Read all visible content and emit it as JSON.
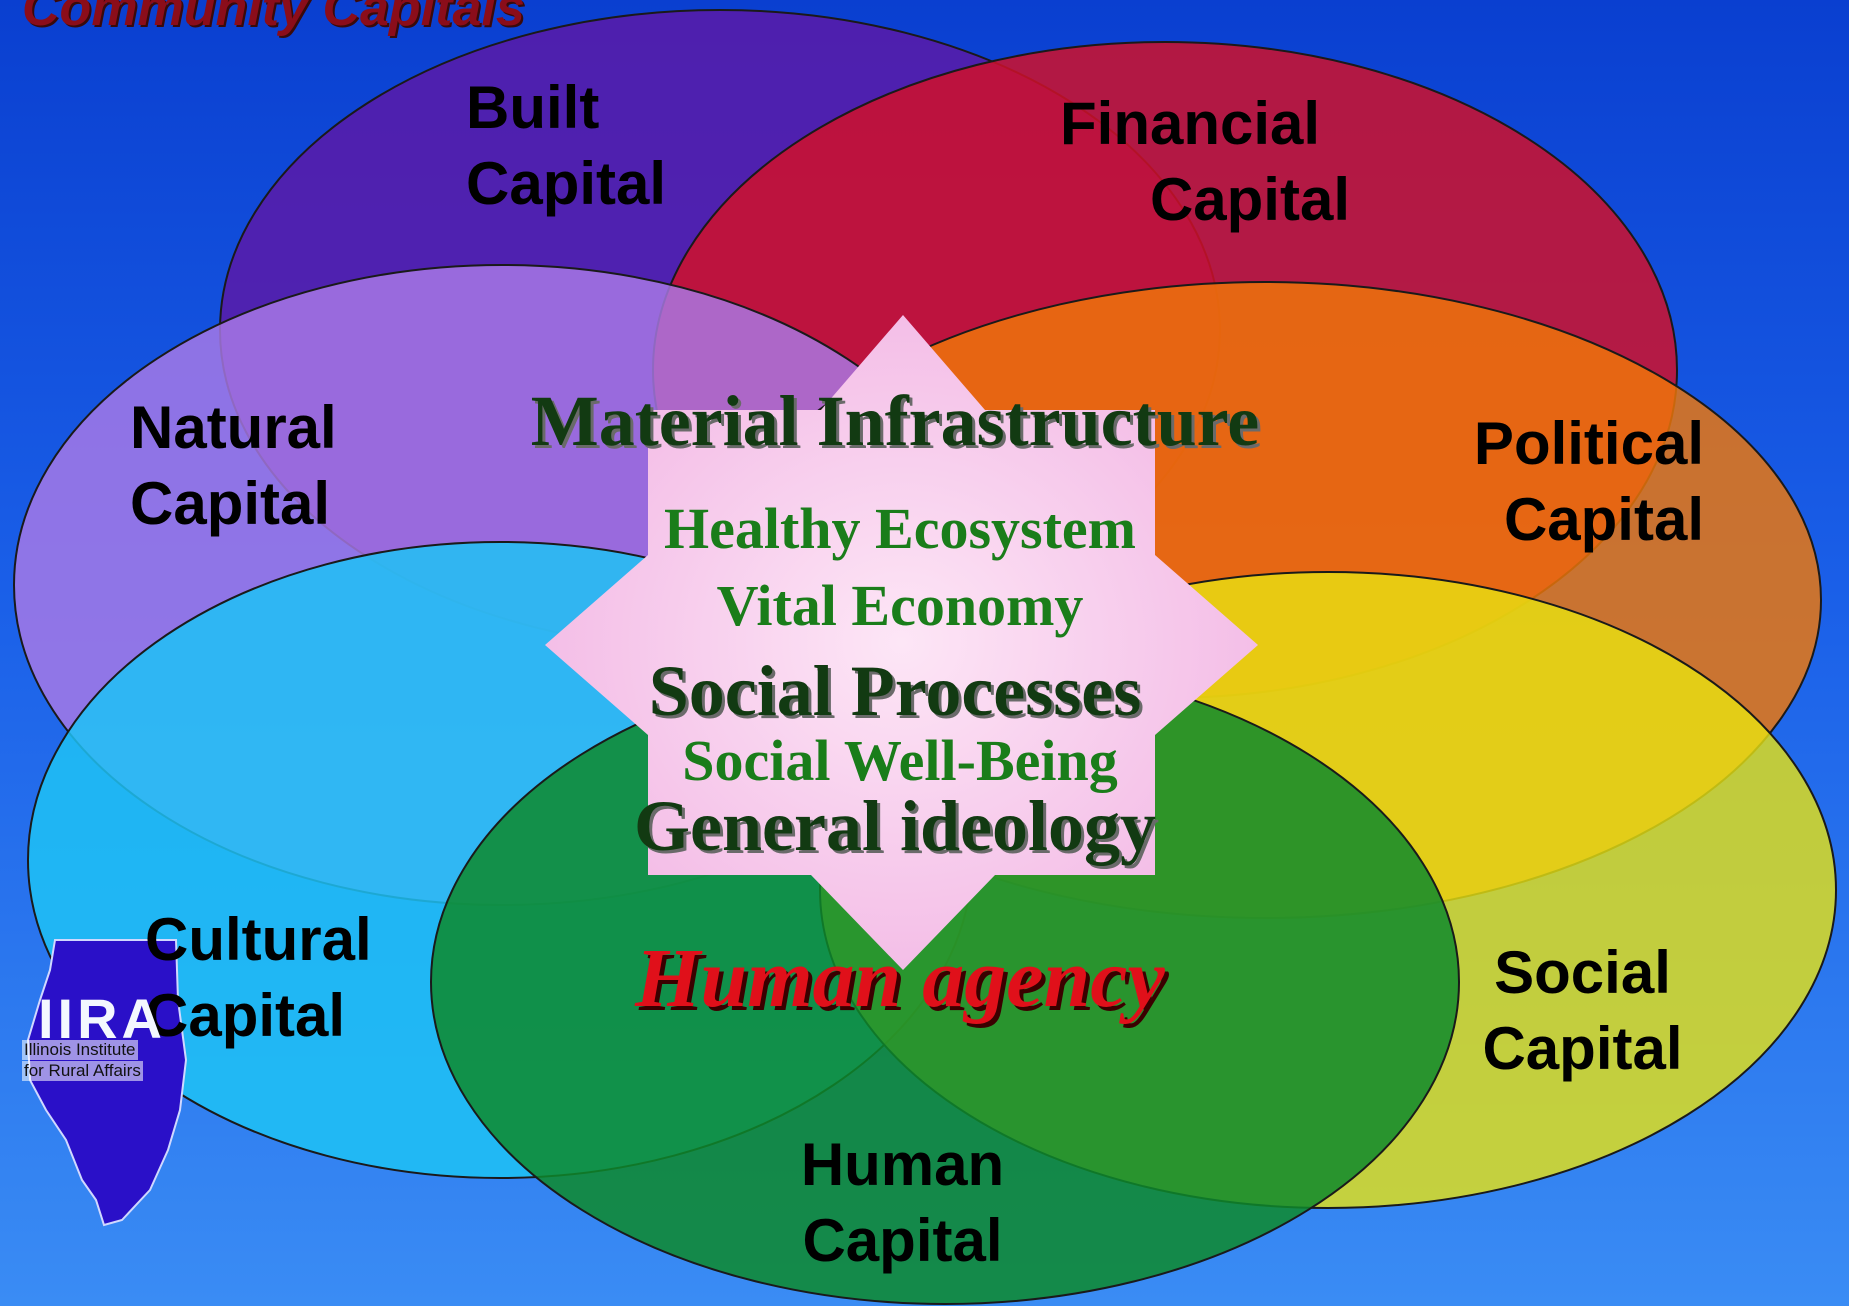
{
  "title": "Community Capitals",
  "capitals": {
    "built": [
      "Built",
      "Capital"
    ],
    "financial": [
      "Financial",
      "Capital"
    ],
    "natural": [
      "Natural",
      "Capital"
    ],
    "political": [
      "Political",
      "Capital"
    ],
    "cultural": [
      "Cultural",
      "Capital"
    ],
    "social": [
      "Social",
      "Capital"
    ],
    "human": [
      "Human",
      "Capital"
    ]
  },
  "center": {
    "material_infrastructure": "Material Infrastructure",
    "healthy_ecosystem": "Healthy Ecosystem",
    "vital_economy": "Vital Economy",
    "social_processes": "Social Processes",
    "social_well_being": "Social Well-Being",
    "general_ideology": "General ideology",
    "human_agency": "Human agency"
  },
  "logo": {
    "abbr": "IIRA",
    "line1": "Illinois Institute",
    "line2": "for Rural Affairs"
  },
  "colors": {
    "built": "#5a1aa8",
    "financial": "#d0102a",
    "natural": "#a97ae6",
    "political": "#f07808",
    "cultural": "#1ec2f4",
    "social": "#e8e412",
    "human": "#0e8a2c",
    "star": "#f6c6ec",
    "logo_state": "#2a10c8"
  }
}
